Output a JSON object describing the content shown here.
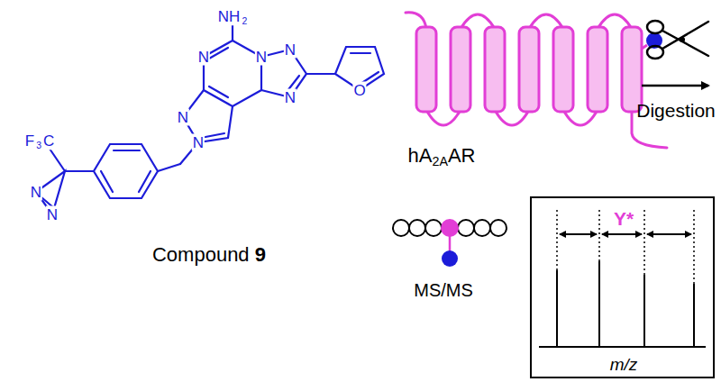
{
  "diagram": {
    "nodes": [
      {
        "text": [
          "Y*",
          "m/z"
        ]
      }
    ],
    "labels": [
      "NH",
      "2",
      "N",
      "N",
      "N",
      "N",
      "O",
      "N",
      "N",
      "F",
      "3",
      "C",
      "N",
      "N",
      "Compound",
      "9",
      "hA",
      "2A",
      "AR",
      "Digestion",
      "MS/MS"
    ]
  }
}
